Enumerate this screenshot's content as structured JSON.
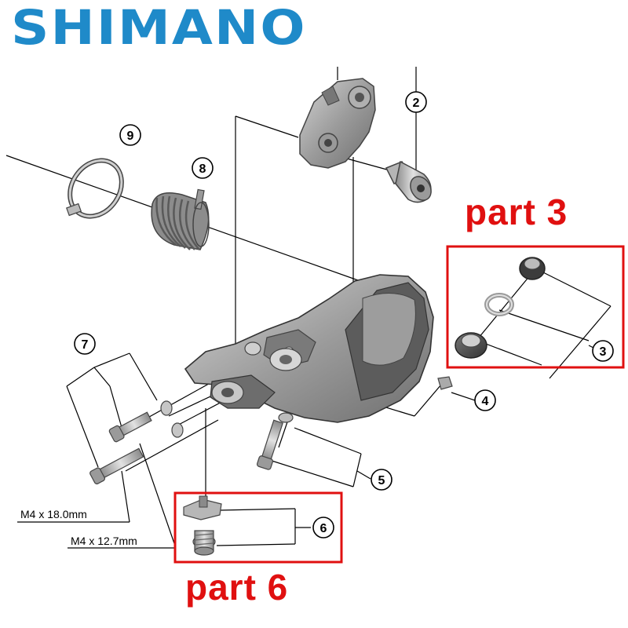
{
  "brand": {
    "name": "SHIMANO",
    "color": "#1f8ac9"
  },
  "callouts": [
    {
      "label": "part 3",
      "color": "#e01010",
      "refers_to": "3"
    },
    {
      "label": "part 6",
      "color": "#e01010",
      "refers_to": "6"
    }
  ],
  "part_numbers": [
    "2",
    "3",
    "4",
    "5",
    "6",
    "7",
    "8",
    "9"
  ],
  "dimensions": {
    "bolt_a": "M4 x 18.0mm",
    "bolt_b": "M4 x 12.7mm"
  },
  "highlight_color": "#e01010",
  "part_fill": "#a9a9a9",
  "part_stroke": "#4d4d4d"
}
